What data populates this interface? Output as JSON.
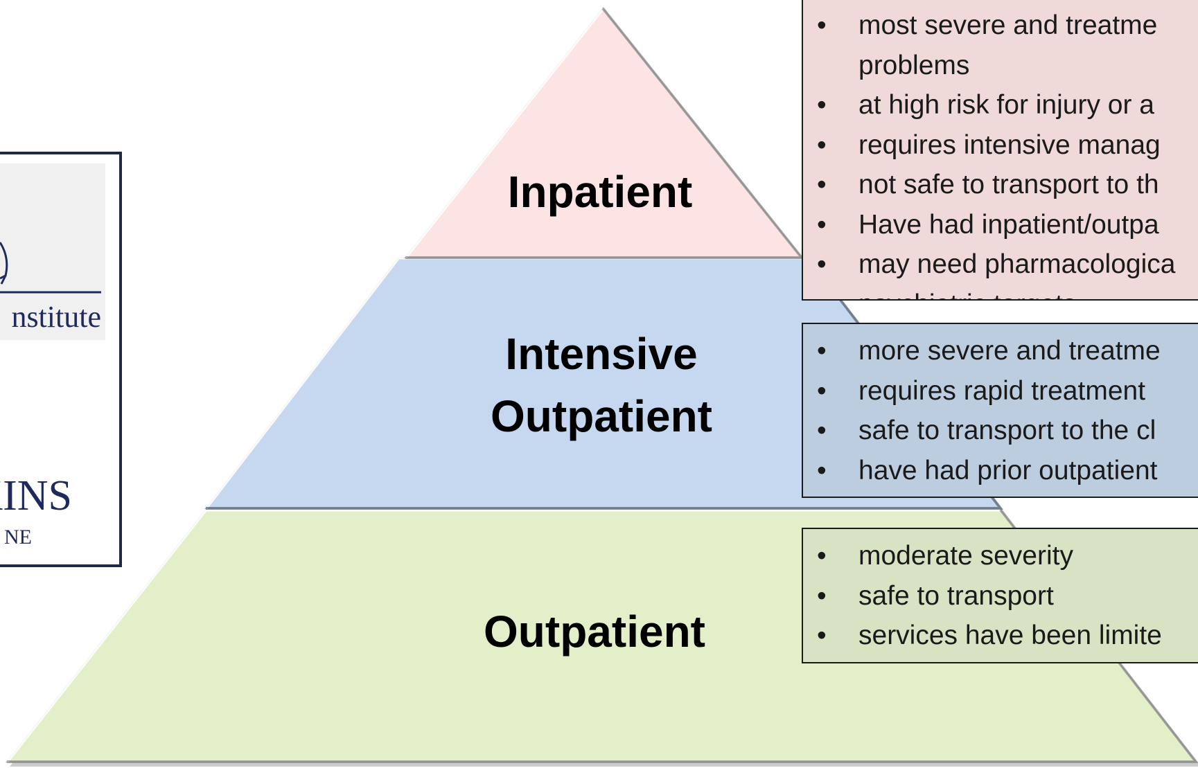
{
  "logo": {
    "line1": "nstitute",
    "line2": "KINS",
    "line3": "NE"
  },
  "tiers": {
    "inpatient": {
      "label": "Inpatient"
    },
    "intensive": {
      "label_line1": "Intensive",
      "label_line2": "Outpatient"
    },
    "outpatient": {
      "label": "Outpatient"
    }
  },
  "boxes": {
    "inpatient": {
      "items": [
        "most severe and treatment-resistant problems",
        "at high risk for injury or a",
        "requires intensive manag",
        "not safe to transport to th",
        "Have had inpatient/outpa",
        "may need pharmacologica psychiatric targets"
      ],
      "item0_line1": "most severe and treatme",
      "item0_line2": "problems",
      "item5_line1": "may need pharmacologica",
      "item5_line2": "psychiatric targets"
    },
    "intensive": {
      "items": [
        "more severe and treatme",
        "requires rapid treatment",
        "safe to transport to the cl",
        "have had prior outpatient"
      ]
    },
    "outpatient": {
      "items": [
        "moderate severity",
        "safe to transport",
        "services have been limite"
      ]
    }
  },
  "colors": {
    "inpatient_fill": "#fce4e4",
    "intensive_fill": "#c5d8f0",
    "outpatient_fill": "#e3efc8",
    "logo_navy": "#1f2a5c"
  }
}
